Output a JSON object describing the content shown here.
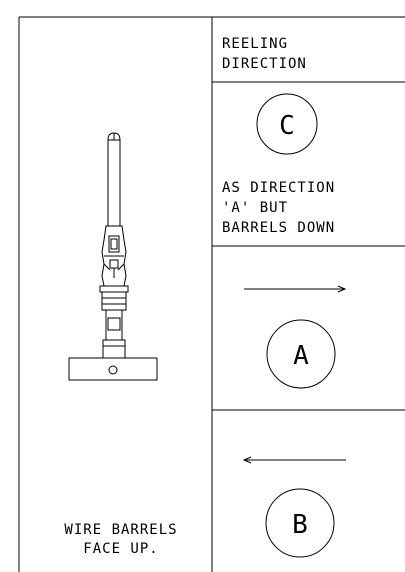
{
  "header": {
    "reeling_direction_line1": "REELING",
    "reeling_direction_line2": "DIRECTION"
  },
  "option_c": {
    "letter": "C",
    "note_line1": "AS DIRECTION",
    "note_line2": "'A' BUT",
    "note_line3": "BARRELS DOWN"
  },
  "option_a": {
    "letter": "A",
    "arrow": "arrow-right"
  },
  "option_b": {
    "letter": "B",
    "arrow": "arrow-left"
  },
  "terminal_note": {
    "line1": "WIRE BARRELS",
    "line2": "FACE UP."
  }
}
